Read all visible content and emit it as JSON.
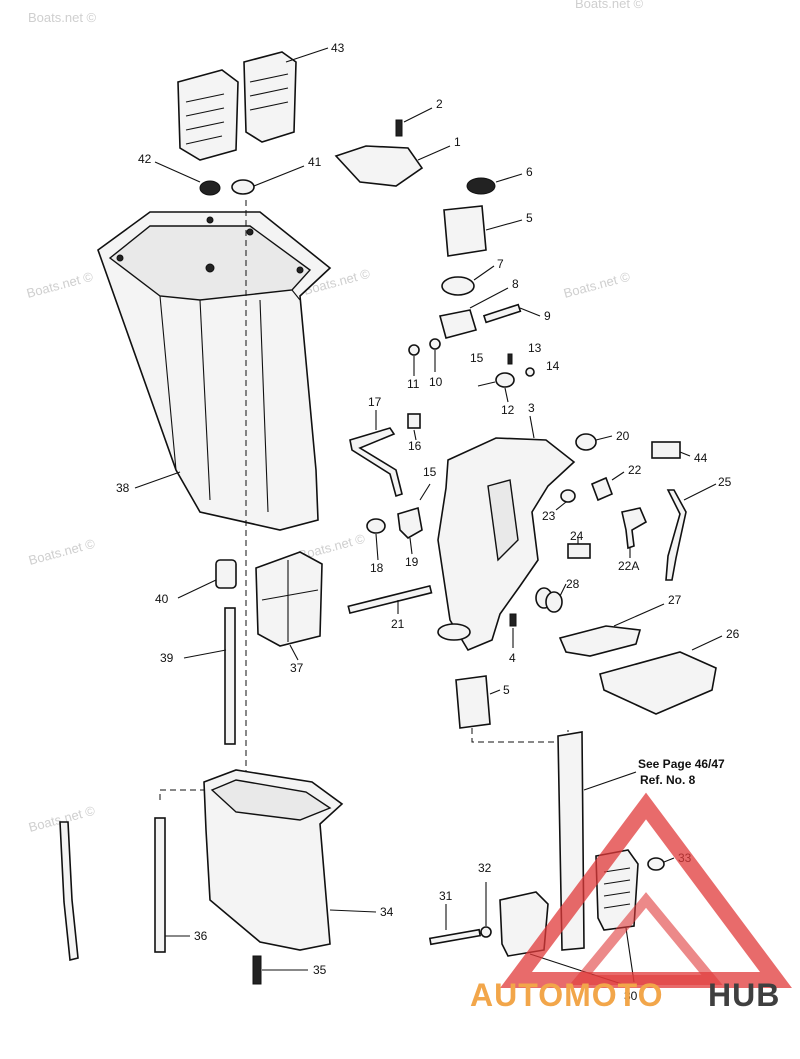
{
  "watermarks": [
    "Boats.net ©",
    "Boats.net ©",
    "Boats.net ©",
    "Boats.net ©",
    "Boats.net ©",
    "Boats.net ©",
    "Boats.net ©",
    "Boats.net ©"
  ],
  "reference_note": {
    "line1": "See Page 46/47",
    "line2": "Ref. No. 8"
  },
  "logo": {
    "text_accent": "AUTOMOTO",
    "text_dark": "HUB",
    "accent_color": "#f2a64a",
    "dark_color": "#3f3f3f",
    "triangle_color": "#e03a3a"
  },
  "part_labels": {
    "p1": "1",
    "p2": "2",
    "p3": "3",
    "p4": "4",
    "p5a": "5",
    "p5b": "5",
    "p6": "6",
    "p7": "7",
    "p8": "8",
    "p9": "9",
    "p10": "10",
    "p11": "11",
    "p12": "12",
    "p13": "13",
    "p14": "14",
    "p15a": "15",
    "p15b": "15",
    "p16": "16",
    "p17": "17",
    "p18": "18",
    "p19": "19",
    "p20": "20",
    "p21": "21",
    "p22": "22",
    "p22a": "22A",
    "p23": "23",
    "p24": "24",
    "p25": "25",
    "p26": "26",
    "p27": "27",
    "p28": "28",
    "p30": "30",
    "p31": "31",
    "p32": "32",
    "p33": "33",
    "p34": "34",
    "p35": "35",
    "p36": "36",
    "p37": "37",
    "p38": "38",
    "p39": "39",
    "p40": "40",
    "p41": "41",
    "p42": "42",
    "p43": "43",
    "p44": "44"
  }
}
